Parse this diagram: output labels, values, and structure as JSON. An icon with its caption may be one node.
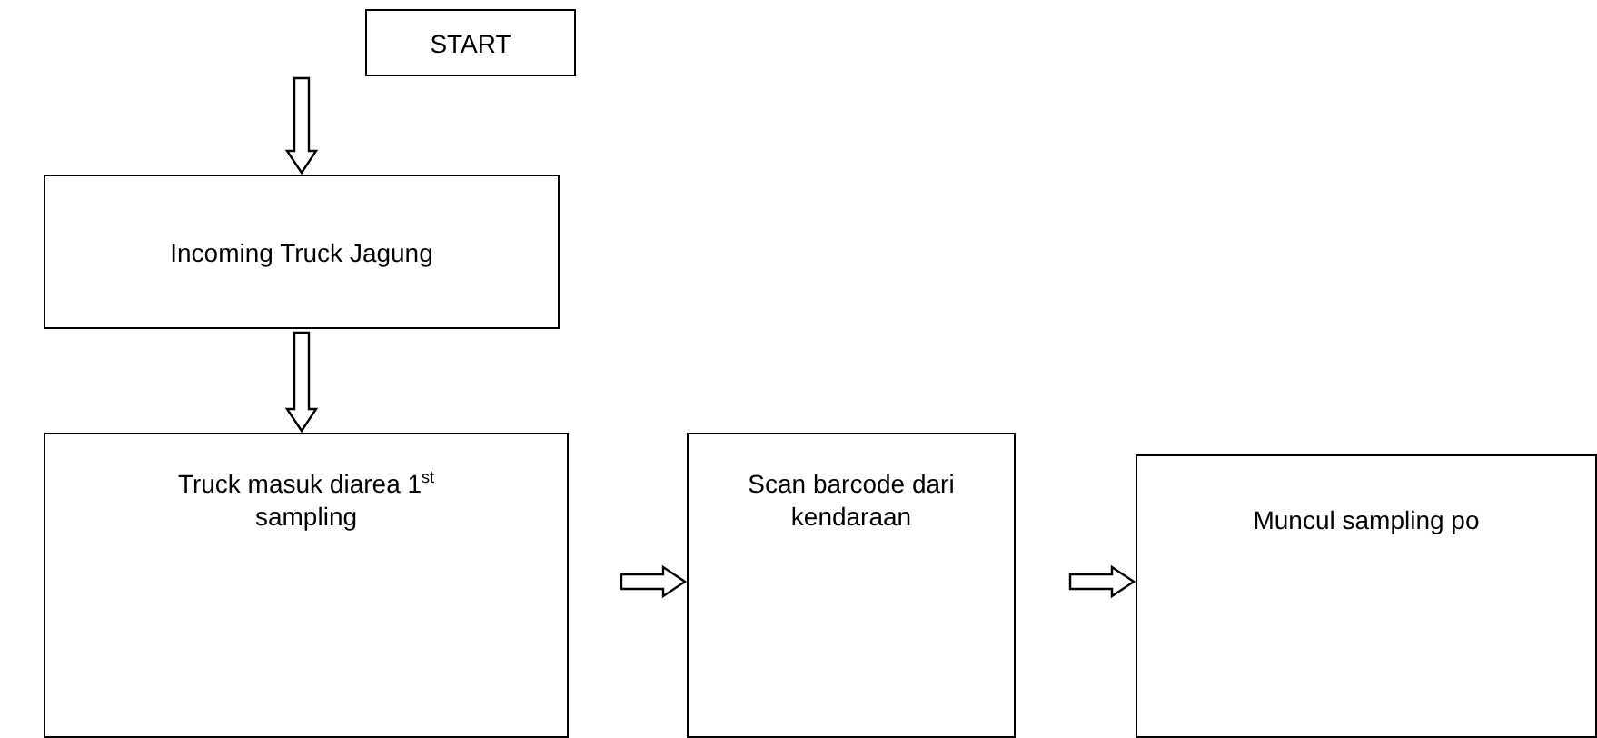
{
  "diagram": {
    "nodes": [
      {
        "text": [
          "START"
        ]
      },
      {
        "text": [
          "Incoming Truck Jagung"
        ]
      },
      {
        "text": [
          "Truck masuk diarea 1$^{st}$ sampling"
        ]
      },
      {
        "text": [
          "Scan barcode dari kendaraan"
        ]
      },
      {
        "text": [
          "Muncul sampling po"
        ]
      }
    ],
    "edges": [
      {
        "from": 0,
        "to": 1,
        "arrow": "to"
      },
      {
        "from": 1,
        "to": 2,
        "arrow": "to"
      },
      {
        "from": 2,
        "to": 3,
        "arrow": "to"
      },
      {
        "from": 3,
        "to": 4,
        "arrow": "to"
      }
    ]
  }
}
